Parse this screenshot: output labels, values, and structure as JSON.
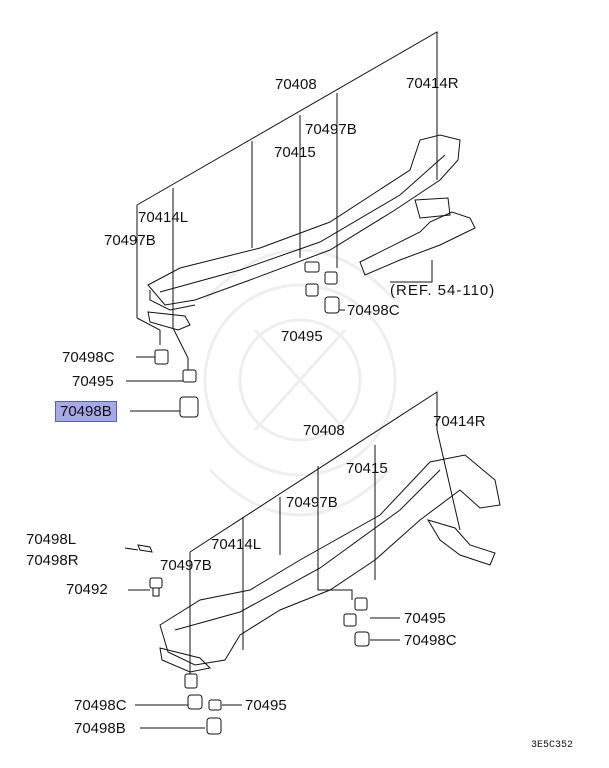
{
  "labels": {
    "upper_70408": "70408",
    "upper_70414R": "70414R",
    "upper_70497B_r": "70497B",
    "upper_70415": "70415",
    "upper_70414L": "70414L",
    "upper_70497B_l": "70497B",
    "upper_ref": "(REF. 54-110)",
    "upper_70495_r": "70495",
    "upper_70498C_r": "70498C",
    "upper_70498C_l": "70498C",
    "upper_70495_l": "70495",
    "upper_70498B": "70498B",
    "lower_70408": "70408",
    "lower_70414R": "70414R",
    "lower_70415": "70415",
    "lower_70497B_r": "70497B",
    "lower_70498L": "70498L",
    "lower_70498R": "70498R",
    "lower_70414L": "70414L",
    "lower_70497B_l": "70497B",
    "lower_70492": "70492",
    "lower_70495_r": "70495",
    "lower_70498C_r": "70498C",
    "lower_70498C_l": "70498C",
    "lower_70495_l": "70495",
    "lower_70498B": "70498B",
    "diagram_code": "3E5C352"
  },
  "highlight_color": "#a7a9e6"
}
